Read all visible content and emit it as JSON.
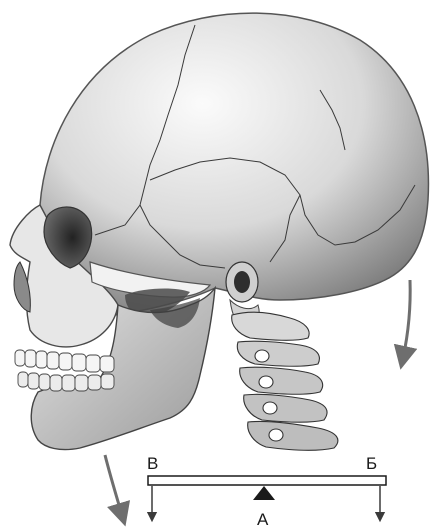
{
  "diagram": {
    "labels": {
      "left_end": "В",
      "right_end": "Б",
      "fulcrum": "А"
    },
    "colors": {
      "ink": "#1a1a1a",
      "bone_light": "#f1f1f1",
      "bone_shade": "#9c9c9c",
      "arrow": "#6e6e6e"
    }
  }
}
